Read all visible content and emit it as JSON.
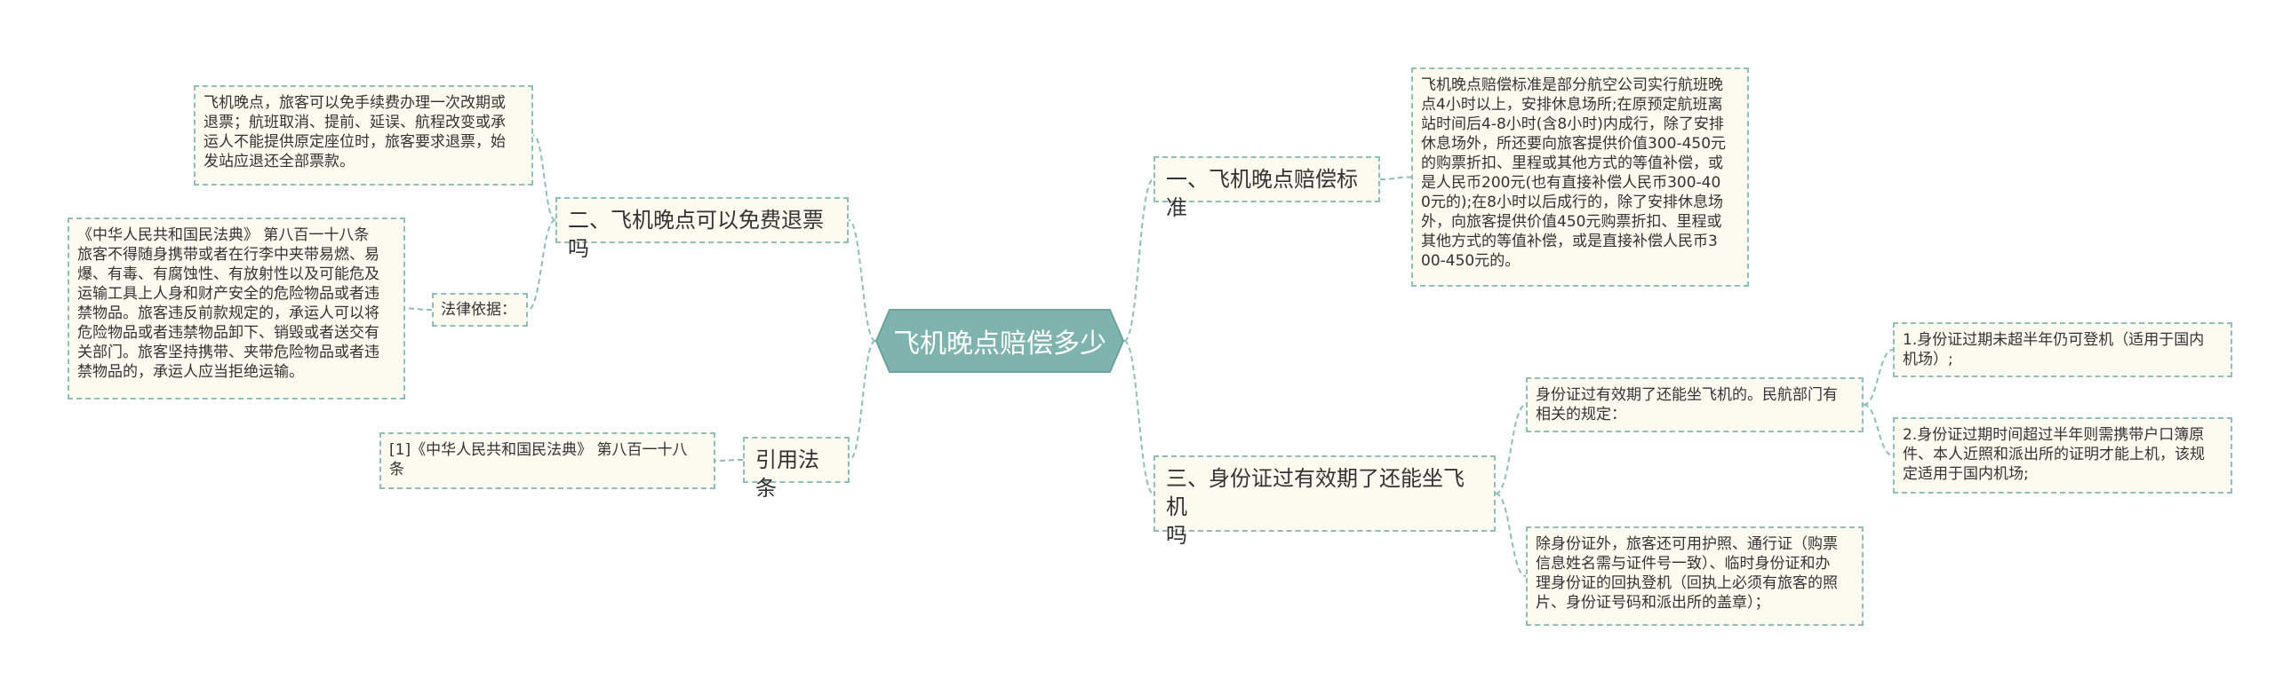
{
  "colors": {
    "connector": "#8fbfb8",
    "root_fill": "#7fb3ae",
    "node_fill": "#fdfaf0",
    "text": "#333333"
  },
  "root": {
    "label": "飞机晚点赔偿多少"
  },
  "left": {
    "refund": {
      "label": "二、飞机晚点可以免费退票吗",
      "note": "飞机晚点，旅客可以免手续费办理一次改期或\n退票；航班取消、提前、延误、航程改变或承\n运人不能提供原定座位时，旅客要求退票，始\n发站应退还全部票款。",
      "law_label": "法律依据：",
      "law_text": "《中华人民共和国民法典》 第八百一十八条\n旅客不得随身携带或者在行李中夹带易燃、易\n爆、有毒、有腐蚀性、有放射性以及可能危及\n运输工具上人身和财产安全的危险物品或者违\n禁物品。旅客违反前款规定的，承运人可以将\n危险物品或者违禁物品卸下、销毁或者送交有\n关部门。旅客坚持携带、夹带危险物品或者违\n禁物品的，承运人应当拒绝运输。"
    },
    "cite": {
      "label": "引用法条",
      "text": "[1]《中华人民共和国民法典》 第八百一十八\n条"
    }
  },
  "right": {
    "standard": {
      "label": "一、飞机晚点赔偿标准",
      "text": "飞机晚点赔偿标准是部分航空公司实行航班晚\n点4小时以上，安排休息场所;在原预定航班离\n站时间后4-8小时(含8小时)内成行，除了安排\n休息场外，所还要向旅客提供价值300-450元\n的购票折扣、里程或其他方式的等值补偿，或\n是人民币200元(也有直接补偿人民币300-40\n0元的);在8小时以后成行的，除了安排休息场\n外，向旅客提供价值450元购票折扣、里程或\n其他方式的等值补偿，或是直接补偿人民币3\n00-450元的。"
    },
    "idcard": {
      "label": "三、身份证过有效期了还能坐飞机\n吗",
      "rule_intro": "身份证过有效期了还能坐飞机的。民航部门有\n相关的规定：",
      "rule_1": "1.身份证过期未超半年仍可登机（适用于国内\n机场）;",
      "rule_2": "2.身份证过期时间超过半年则需携带户口簿原\n件、本人近照和派出所的证明才能上机，该规\n定适用于国内机场;",
      "alternatives": "除身份证外，旅客还可用护照、通行证（购票\n信息姓名需与证件号一致）、临时身份证和办\n理身份证的回执登机（回执上必须有旅客的照\n片、身份证号码和派出所的盖章）；"
    }
  }
}
